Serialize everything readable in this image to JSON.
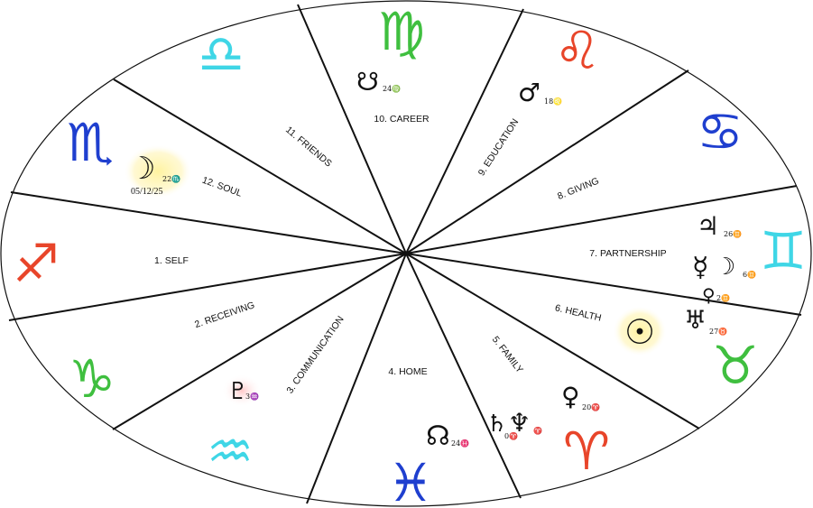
{
  "houses": [
    {
      "label": "1. SELF"
    },
    {
      "label": "2. RECEIVING"
    },
    {
      "label": "3. COMMUNICATION"
    },
    {
      "label": "4. HOME"
    },
    {
      "label": "5. FAMILY"
    },
    {
      "label": "6. HEALTH"
    },
    {
      "label": "7. PARTNERSHIP"
    },
    {
      "label": "8. GIVING"
    },
    {
      "label": "9. EDUCATION"
    },
    {
      "label": "10. CAREER"
    },
    {
      "label": "11. FRIENDS"
    },
    {
      "label": "12. SOUL"
    }
  ],
  "signs": [
    {
      "symbol": "♐",
      "color": "#e8452a"
    },
    {
      "symbol": "♑",
      "color": "#3fbf3f"
    },
    {
      "symbol": "♒",
      "color": "#3fd6e6"
    },
    {
      "symbol": "♓",
      "color": "#1f3fcf"
    },
    {
      "symbol": "♈",
      "color": "#e8452a"
    },
    {
      "symbol": "♉",
      "color": "#3fbf3f"
    },
    {
      "symbol": "♊",
      "color": "#3fd6e6"
    },
    {
      "symbol": "♋",
      "color": "#1f3fcf"
    },
    {
      "symbol": "♌",
      "color": "#e8452a"
    },
    {
      "symbol": "♍",
      "color": "#3fbf3f"
    },
    {
      "symbol": "♎",
      "color": "#3fd6e6"
    },
    {
      "symbol": "♏",
      "color": "#1f3fcf"
    }
  ],
  "placements": [
    {
      "glyph": "☽",
      "degree": "22♏",
      "glow": "#fff2a8"
    },
    {
      "glyph": "☋",
      "degree": "24♍"
    },
    {
      "glyph": "♂",
      "degree": "18♌"
    },
    {
      "glyph": "♃",
      "degree": "26♊"
    },
    {
      "glyph": "☿",
      "degree": "6♊"
    },
    {
      "glyph": "☽",
      "degree": ""
    },
    {
      "glyph": "♀",
      "degree": "2♊"
    },
    {
      "glyph": "♅",
      "degree": "27♉"
    },
    {
      "glyph": "☉",
      "degree": "",
      "glow": "#fff2a8"
    },
    {
      "glyph": "♀",
      "degree": "20♈"
    },
    {
      "glyph": "♄",
      "degree": "0♈"
    },
    {
      "glyph": "♆",
      "degree": "♈"
    },
    {
      "glyph": "☊",
      "degree": "24♓"
    },
    {
      "glyph": "♇",
      "degree": "3♒",
      "glow": "#ffd2d2"
    }
  ],
  "moon_date": "05/12/25"
}
